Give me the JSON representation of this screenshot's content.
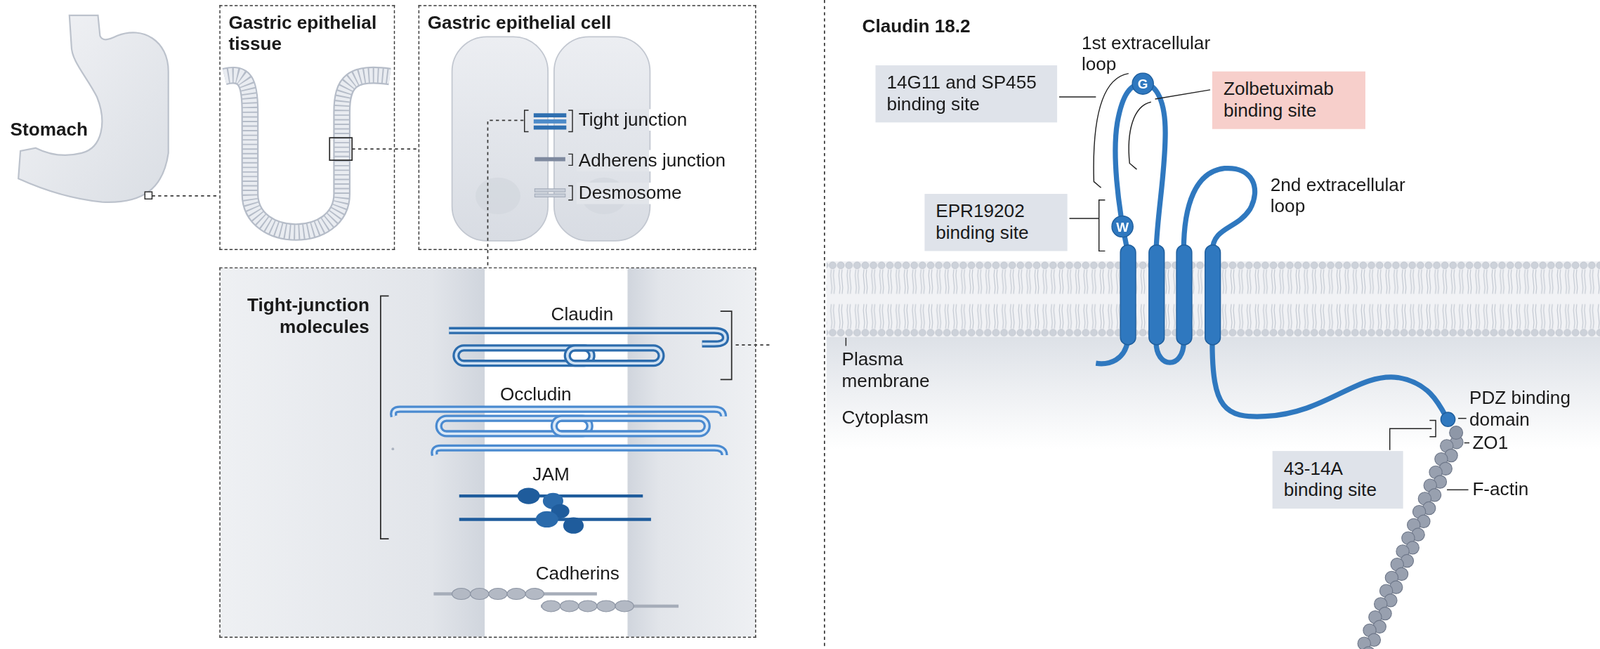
{
  "diagram": {
    "nodes": [
      {
        "text": [
          "Gastric epithelial tissue"
        ]
      },
      {
        "text": [
          "Gastric epithelial cell"
        ]
      },
      {
        "text": [
          "Tight-junction molecules"
        ]
      },
      {
        "text": [
          "14G11 and SP455 binding site"
        ]
      },
      {
        "text": [
          "G"
        ]
      },
      {
        "text": [
          "Zolbetuximab binding site"
        ]
      },
      {
        "text": [
          "EPR19202 binding site"
        ]
      },
      {
        "text": [
          "W"
        ]
      },
      {
        "text": [
          "43-14A binding site"
        ]
      }
    ],
    "edges": [
      {
        "from": 0,
        "to": 1,
        "arrow": "none"
      },
      {
        "from": 1,
        "to": 2,
        "arrow": "none"
      }
    ],
    "labels": [
      "Stomach",
      "Tight junction",
      "Adherens junction",
      "Desmosome",
      "Claudin",
      "Occludin",
      "JAM",
      "Cadherins",
      "Claudin 18.2",
      "1st extracellular loop",
      "2nd extracellular loop",
      "Plasma membrane",
      "Cytoplasm",
      "PDZ binding domain",
      "ZO1",
      "F-actin"
    ]
  }
}
